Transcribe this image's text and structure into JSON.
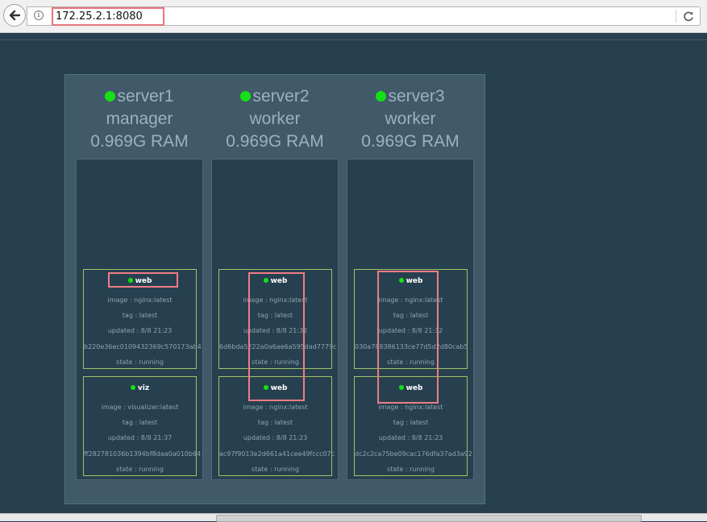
{
  "browser": {
    "url": "172.25.2.1:8080",
    "info_glyph": "i",
    "back_icon": "back-arrow-icon",
    "reload_icon": "reload-icon"
  },
  "colors": {
    "background": "#27404f",
    "cluster": "#405a69",
    "status_green": "#16e016",
    "task_border": "#a2c063",
    "highlight": "#ef7c86"
  },
  "nodes": [
    {
      "name": "server1",
      "role": "manager",
      "ram": "0.969G RAM",
      "tasks": [
        {
          "name": "web",
          "image": "image : nginx:latest",
          "tag": "tag : latest",
          "updated": "updated : 8/8 21:23",
          "id": "b220e36ec0109432369c570173ab4",
          "state": "state : running"
        },
        {
          "name": "viz",
          "image": "image : visualizer:latest",
          "tag": "tag : latest",
          "updated": "updated : 8/8 21:37",
          "id": "ff282781036b1394bf8daa0a010b64",
          "state": "state : running"
        }
      ]
    },
    {
      "name": "server2",
      "role": "worker",
      "ram": "0.969G RAM",
      "tasks": [
        {
          "name": "web",
          "image": "image : nginx:latest",
          "tag": "tag : latest",
          "updated": "updated : 8/8 21:32",
          "id": "6d6bda5222a0a6ae6a595dad7779c",
          "state": "state : running"
        },
        {
          "name": "web",
          "image": "image : nginx:latest",
          "tag": "tag : latest",
          "updated": "updated : 8/8 21:23",
          "id": "ac97f9013e2d661a41cee49fccc07c",
          "state": "state : running"
        }
      ]
    },
    {
      "name": "server3",
      "role": "worker",
      "ram": "0.969G RAM",
      "tasks": [
        {
          "name": "web",
          "image": "image : nginx:latest",
          "tag": "tag : latest",
          "updated": "updated : 8/8 21:32",
          "id": "030a788386133ce77d5d2d80cab5",
          "state": "state : running"
        },
        {
          "name": "web",
          "image": "image : nginx:latest",
          "tag": "tag : latest",
          "updated": "updated : 8/8 21:23",
          "id": "dc2c2ca75be09cac176dfa37ad3a92",
          "state": "state : running"
        }
      ]
    }
  ]
}
